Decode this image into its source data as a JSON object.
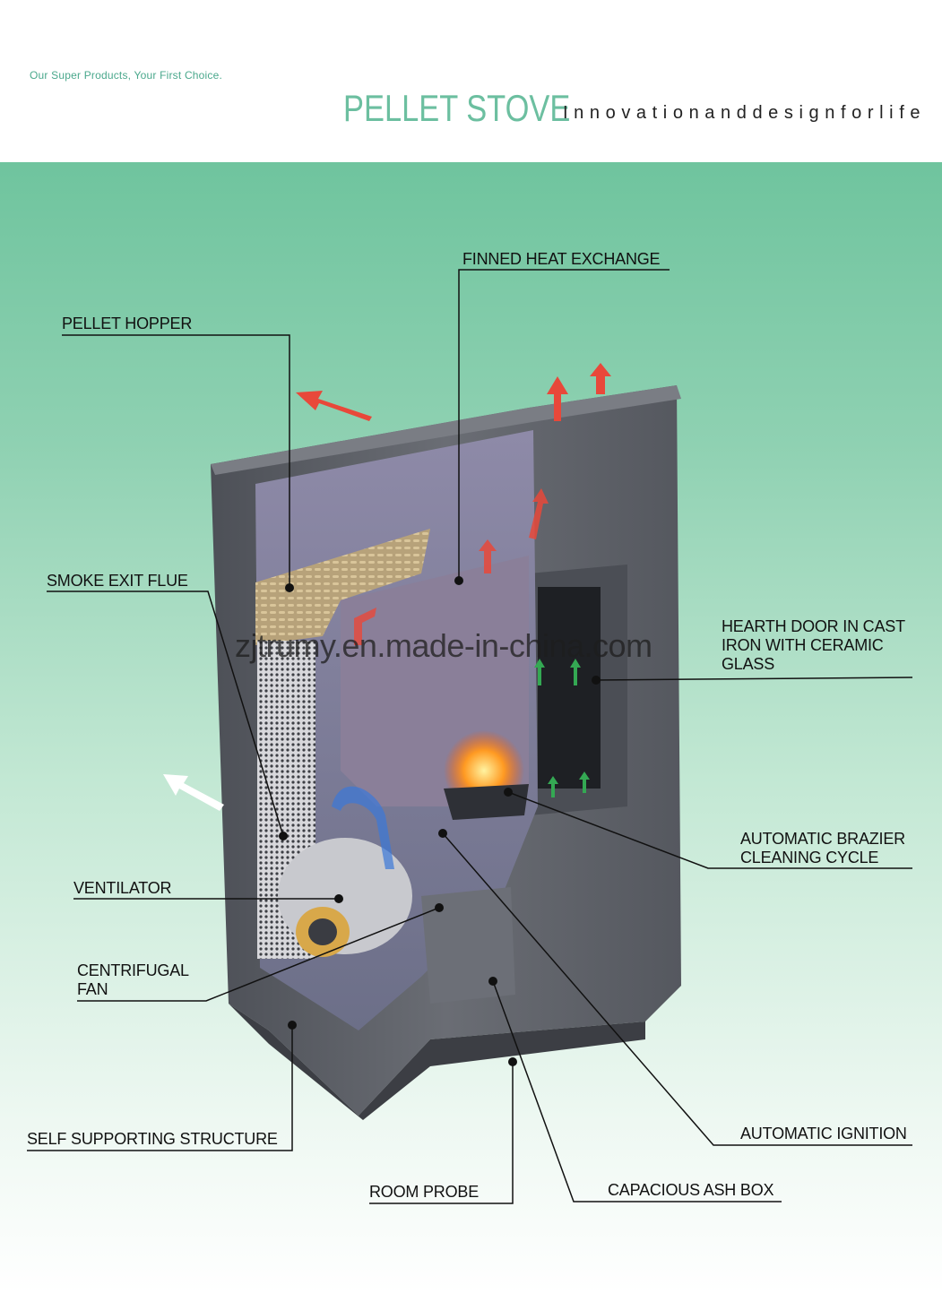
{
  "header": {
    "tagline": "Our Super Products, Your First Choice.",
    "brand": "PELLET STOVE",
    "slogan": "Innovationanddesignforlife"
  },
  "labels": {
    "finned_heat_exchange": "FINNED HEAT EXCHANGE",
    "pellet_hopper": "PELLET HOPPER",
    "smoke_exit_flue": "SMOKE EXIT FLUE",
    "hearth_door": [
      "HEARTH DOOR IN CAST",
      "IRON WITH CERAMIC",
      "GLASS"
    ],
    "ventilator": "VENTILATOR",
    "centrifugal_fan": [
      "CENTRIFUGAL",
      "FAN"
    ],
    "automatic_brazier": [
      "AUTOMATIC BRAZIER",
      "CLEANING CYCLE"
    ],
    "self_supporting_structure": "SELF SUPPORTING STRUCTURE",
    "automatic_ignition": "AUTOMATIC IGNITION",
    "room_probe": "ROOM PROBE",
    "capacious_ash_box": "CAPACIOUS ASH BOX"
  },
  "watermark": "zjtrumy.en.made-in-china.com",
  "colors": {
    "brand": "#6cbfa0",
    "background_top": "#6fc49e",
    "stove_body": "#5c5f66",
    "hot_air": "#e8483a",
    "cool_air": "#3a78d8",
    "fresh_air": "#34a853"
  }
}
